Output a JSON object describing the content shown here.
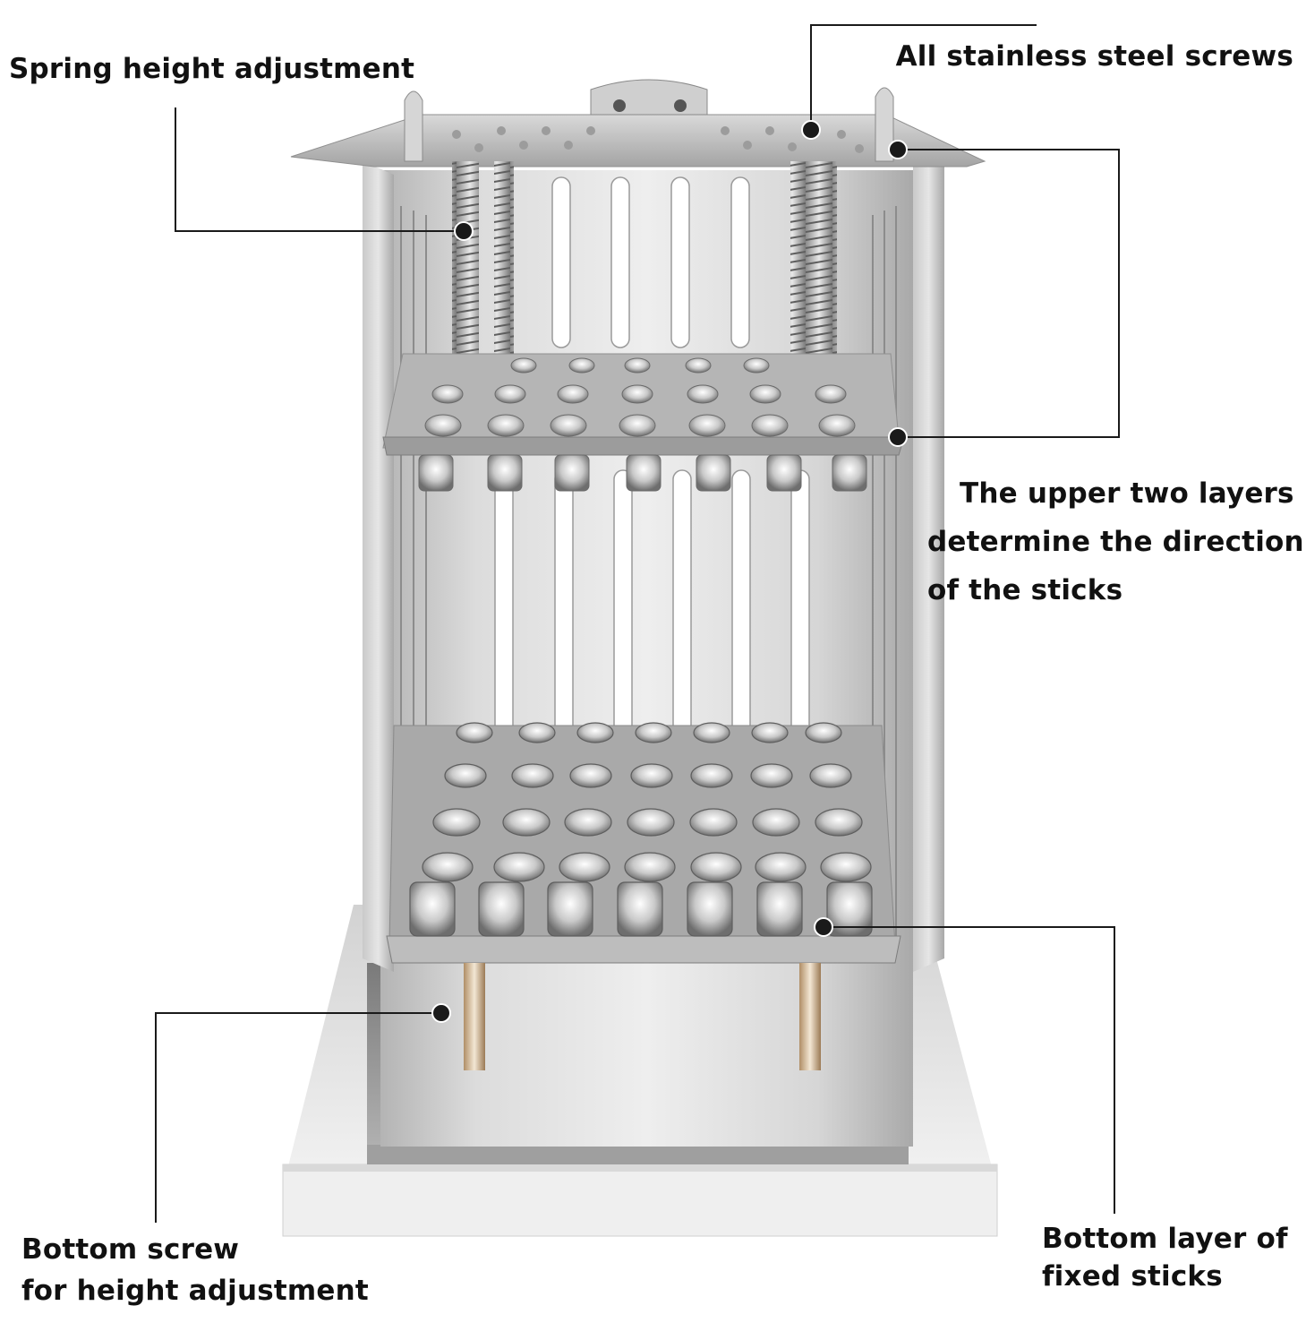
{
  "labels": {
    "spring_height": "Spring height adjustment",
    "stainless_screws": "All stainless steel screws",
    "upper_layers": [
      "The upper two layers",
      "determine the direction",
      "of the sticks"
    ],
    "bottom_screw": [
      "Bottom screw",
      "for height adjustment"
    ],
    "bottom_layer": [
      "Bottom layer of",
      "fixed sticks"
    ]
  },
  "colors": {
    "steel_light": "#e4e4e4",
    "steel_mid": "#b9b9b9",
    "steel_dark": "#7d7d7d",
    "callout_line": "#1a1a1a",
    "text": "#111111"
  }
}
